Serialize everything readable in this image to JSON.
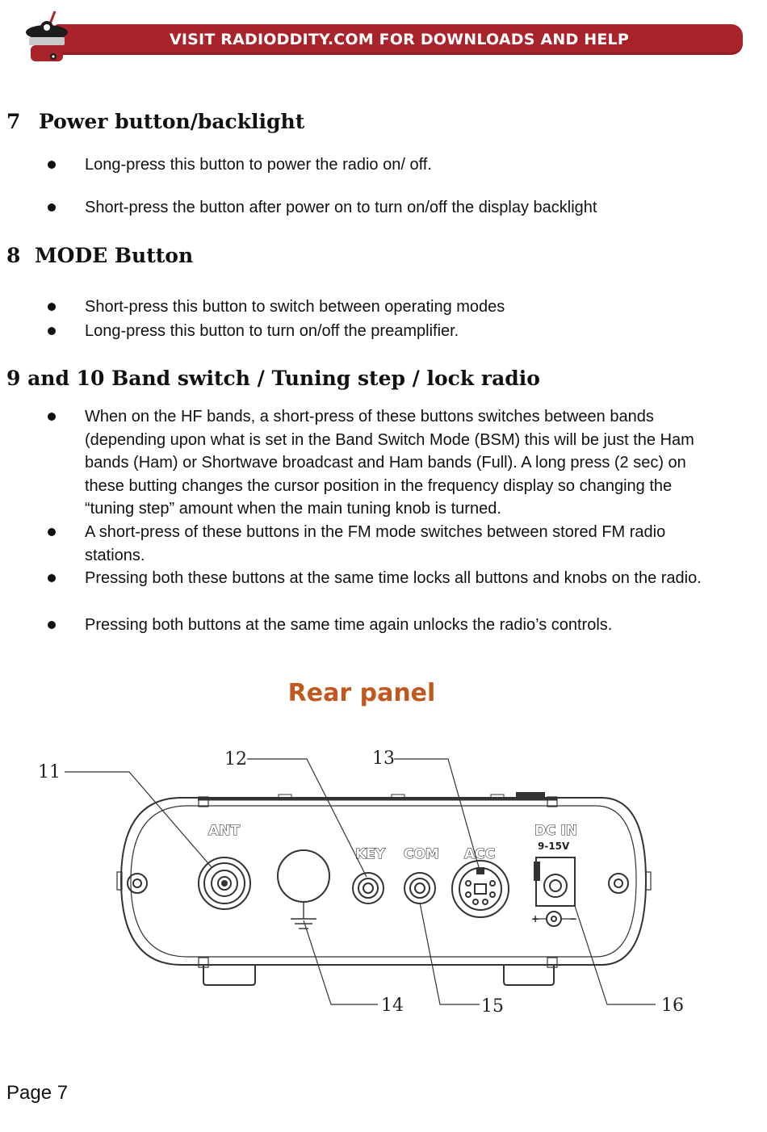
{
  "banner": {
    "text": "VISIT RADIODDITY.COM FOR DOWNLOADS AND HELP",
    "color": "#a8232a"
  },
  "sections": [
    {
      "number": "7",
      "title": "Power button/backlight",
      "bullets": [
        "Long-press this button to power the radio on/ off.",
        "Short-press the button after power on to turn on/off the display backlight"
      ]
    },
    {
      "number": "8",
      "title": "MODE Button",
      "bullets": [
        "Short-press this button to switch between operating modes",
        "Long-press this button to turn on/off the preamplifier."
      ]
    },
    {
      "number": "9 and 10",
      "title": "Band switch / Tuning step / lock radio",
      "bullets": [
        "When on the HF bands, a short-press of these buttons switches between bands (depending upon what is set in the Band Switch Mode (BSM) this will be just the Ham bands (Ham) or Shortwave broadcast and Ham bands (Full). A long press (2 sec) on these butting changes the cursor position in the frequency display so changing the “tuning step” amount when the main tuning knob is turned.",
        "A short-press of these buttons in the FM mode switches between stored FM radio stations.",
        "Pressing both these buttons at the same time locks all buttons and knobs on the radio.",
        "Pressing both buttons at the same time again unlocks the radio’s controls."
      ]
    }
  ],
  "rear_panel": {
    "title": "Rear panel",
    "title_color": "#c0581f",
    "callouts": [
      "11",
      "12",
      "13",
      "14",
      "15",
      "16"
    ],
    "labels": {
      "ant": "ANT",
      "key": "KEY",
      "com": "COM",
      "acc": "ACC",
      "dc_in": "DC IN",
      "voltage": "9-15V"
    }
  },
  "footer": {
    "page": "Page 7"
  }
}
